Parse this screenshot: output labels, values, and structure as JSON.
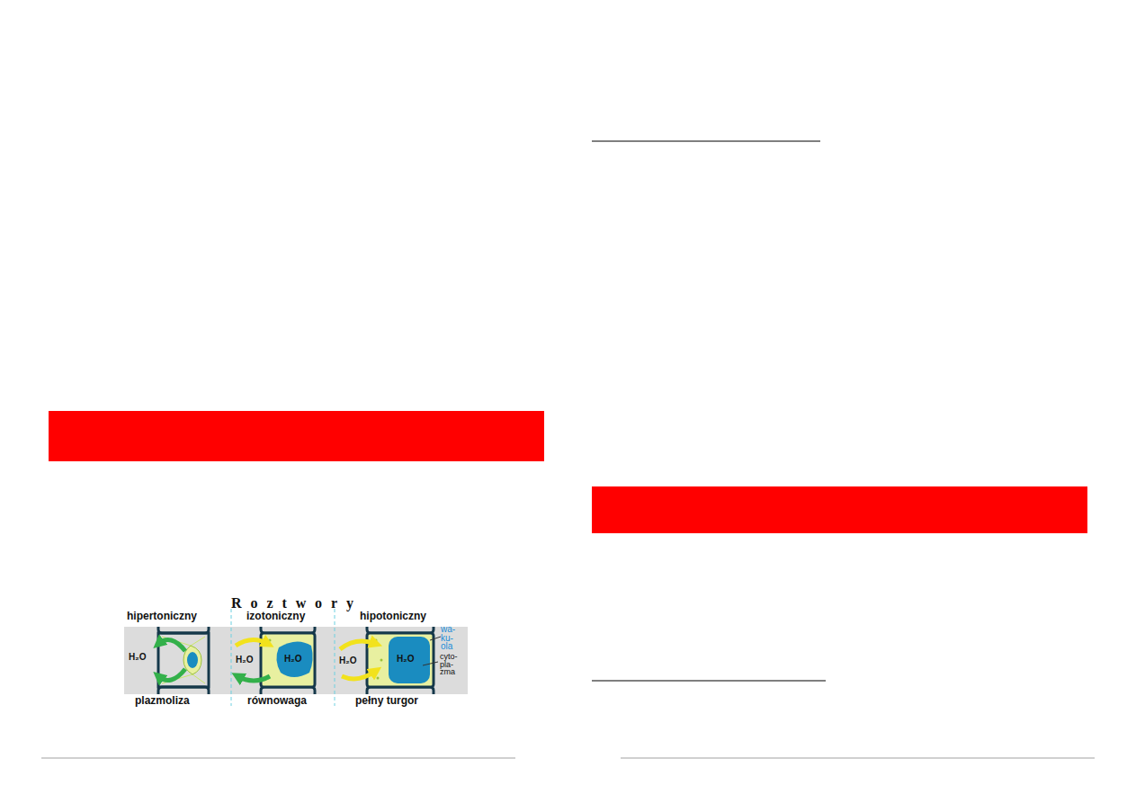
{
  "diagram": {
    "labels": [
      "Roztwory",
      "hipertoniczny",
      "izotoniczny",
      "hipotoniczny",
      "H₂O",
      "H₂O",
      "H₂O",
      "H₂O",
      "H₂O",
      "wa- ku- ola",
      "cyto- pla- zma",
      "plazmoliza",
      "równowaga",
      "pełny turgor"
    ]
  }
}
